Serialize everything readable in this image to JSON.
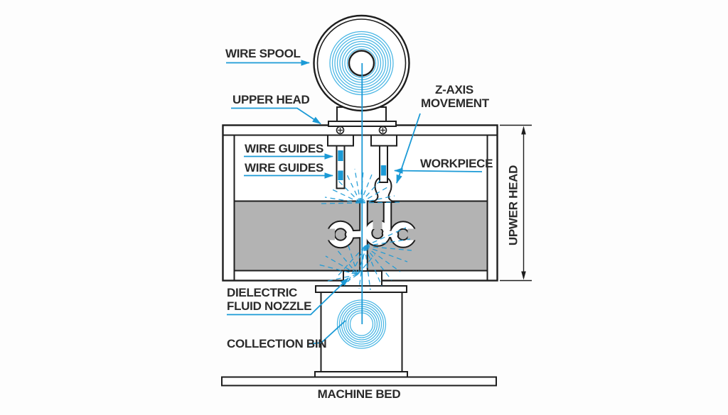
{
  "colors": {
    "accent_blue": "#1b9ad6",
    "coil_blue": "#4ab6e4",
    "workpiece_gray": "#b3b3b3",
    "outline_black": "#1e1e1e",
    "label_text": "#2b2b2b",
    "background": "#fdfdfd"
  },
  "labels": {
    "wire_spool": "WIRE SPOOL",
    "upper_head": "UPPER HEAD",
    "wire_guides_upper": "WIRE GUIDES",
    "wire_guides_lower": "WIRE GUIDES",
    "z_axis_movement": "Z-AXIS MOVEMENT",
    "workpiece": "WORKPIECE",
    "right_dimension": "UPWER HEAD",
    "dielectric_fluid_nozzle": "DIELECTRIC FLUID NOZZLE",
    "collection_bin": "COLLECTION BIN",
    "machine_bed": "MACHINE BED"
  }
}
